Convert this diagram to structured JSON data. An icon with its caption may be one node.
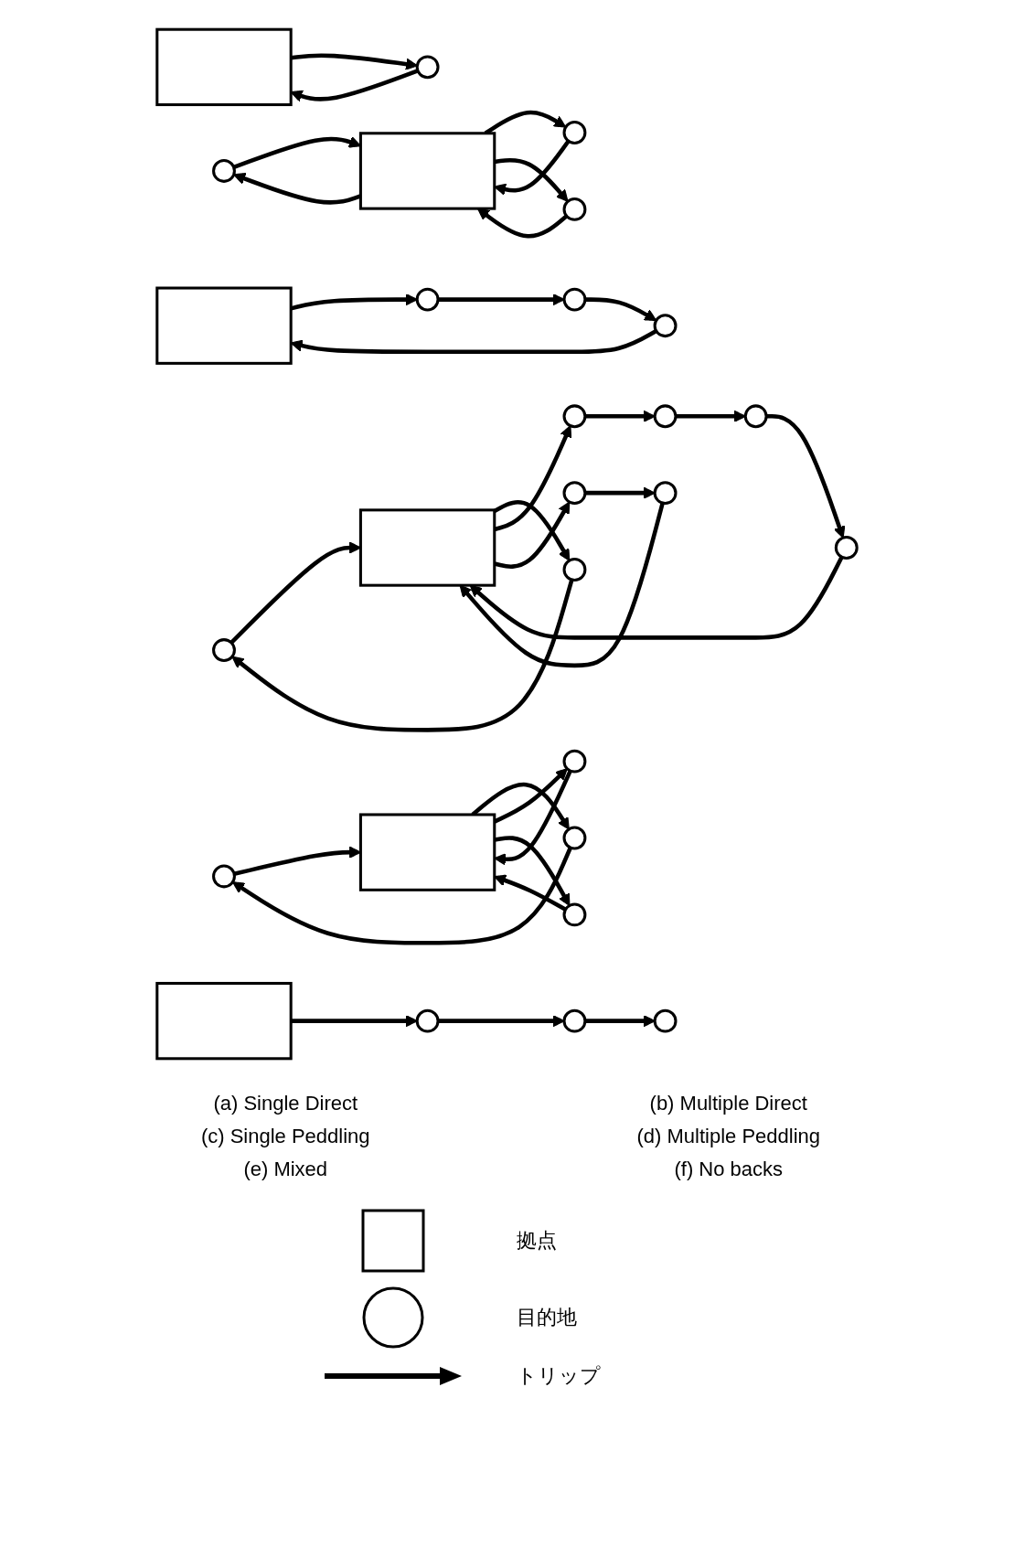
{
  "diagram": {
    "nodes": [
      {
        "text": [],
        "shape": "box"
      },
      {
        "text": [],
        "shape": "circle"
      },
      {
        "text": [],
        "shape": "circle"
      },
      {
        "text": [],
        "shape": "box"
      },
      {
        "text": [],
        "shape": "circle"
      },
      {
        "text": [],
        "shape": "circle"
      },
      {
        "text": [],
        "shape": "box"
      },
      {
        "text": [],
        "shape": "circle"
      },
      {
        "text": [],
        "shape": "circle"
      },
      {
        "text": [],
        "shape": "circle"
      },
      {
        "text": [],
        "shape": "circle"
      },
      {
        "text": [],
        "shape": "circle"
      },
      {
        "text": [],
        "shape": "circle"
      },
      {
        "text": [],
        "shape": "circle"
      },
      {
        "text": [],
        "shape": "box"
      },
      {
        "text": [],
        "shape": "circle"
      },
      {
        "text": [],
        "shape": "circle"
      },
      {
        "text": [],
        "shape": "circle"
      },
      {
        "text": [],
        "shape": "circle"
      },
      {
        "text": [],
        "shape": "circle"
      },
      {
        "text": [],
        "shape": "circle"
      },
      {
        "text": [],
        "shape": "box"
      },
      {
        "text": [],
        "shape": "circle"
      },
      {
        "text": [],
        "shape": "circle"
      },
      {
        "text": [],
        "shape": "box"
      },
      {
        "text": [],
        "shape": "circle"
      },
      {
        "text": [],
        "shape": "circle"
      },
      {
        "text": [],
        "shape": "circle"
      }
    ],
    "edges": [
      {
        "from": 0,
        "to": 1,
        "arrow": "to"
      },
      {
        "from": 1,
        "to": 0,
        "arrow": "to"
      },
      {
        "from": 2,
        "to": 3,
        "arrow": "to"
      },
      {
        "from": 3,
        "to": 2,
        "arrow": "to"
      },
      {
        "from": 3,
        "to": 4,
        "arrow": "to"
      },
      {
        "from": 4,
        "to": 3,
        "arrow": "to"
      },
      {
        "from": 5,
        "to": 3,
        "arrow": "to"
      },
      {
        "from": 3,
        "to": 5,
        "arrow": "to"
      },
      {
        "from": 6,
        "to": 7,
        "arrow": "to"
      },
      {
        "from": 7,
        "to": 8,
        "arrow": "to"
      },
      {
        "from": 8,
        "to": 9,
        "arrow": "to"
      },
      {
        "from": 9,
        "to": 6,
        "arrow": "to"
      },
      {
        "from": 10,
        "to": 14,
        "arrow": "to"
      },
      {
        "from": 14,
        "to": 13,
        "arrow": "to"
      },
      {
        "from": 13,
        "to": 10,
        "arrow": "to"
      },
      {
        "from": 14,
        "to": 11,
        "arrow": "to"
      },
      {
        "from": 11,
        "to": 12,
        "arrow": "to"
      },
      {
        "from": 12,
        "to": 16,
        "arrow": "to"
      },
      {
        "from": 16,
        "to": 15,
        "arrow": "to"
      },
      {
        "from": 15,
        "to": 14,
        "arrow": "to"
      },
      {
        "from": 14,
        "to": 18,
        "arrow": "to"
      },
      {
        "from": 18,
        "to": 17,
        "arrow": "to"
      },
      {
        "from": 17,
        "to": 14,
        "arrow": "to"
      },
      {
        "from": 19,
        "to": 21,
        "arrow": "to"
      },
      {
        "from": 21,
        "to": 20,
        "arrow": "to"
      },
      {
        "from": 20,
        "to": 19,
        "arrow": "to"
      },
      {
        "from": 21,
        "to": 22,
        "arrow": "to"
      },
      {
        "from": 22,
        "to": 21,
        "arrow": "to"
      },
      {
        "from": 23,
        "to": 21,
        "arrow": "to"
      },
      {
        "from": 21,
        "to": 23,
        "arrow": "to"
      },
      {
        "from": 24,
        "to": 25,
        "arrow": "to"
      },
      {
        "from": 25,
        "to": 26,
        "arrow": "to"
      },
      {
        "from": 26,
        "to": 27,
        "arrow": "to"
      }
    ],
    "labels": [
      "(a) Single Direct",
      "(b) Multiple Direct",
      "(c) Single Peddling",
      "(d) Multiple Peddling",
      "(e) Mixed",
      "(f) No backs"
    ],
    "legend": [
      {
        "text": "拠点"
      },
      {
        "text": "目的地"
      },
      {
        "text": "トリップ"
      }
    ]
  }
}
